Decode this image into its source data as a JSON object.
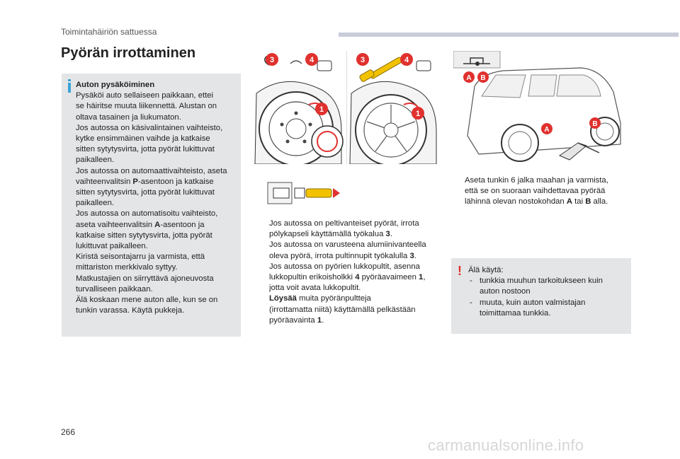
{
  "header": {
    "section": "Toimintahäiriön sattuessa"
  },
  "title": "Pyörän irrottaminen",
  "infobox": {
    "heading": "Auton pysäköiminen",
    "body": "Pysäköi auto sellaiseen paikkaan, ettei\nse häiritse muuta liikennettä. Alustan on\noltava tasainen ja liukumaton.\nJos autossa on käsivalintainen vaihteisto,\nkytke ensimmäinen vaihde ja katkaise\nsitten sytytysvirta, jotta pyörät lukittuvat\npaikalleen.\nJos autossa on automaattivaihteisto, aseta\nvaihteenvalitsin ",
    "body_p": "P",
    "body_2": "-asentoon ja katkaise\nsitten sytytysvirta, jotta pyörät lukittuvat\npaikalleen.\nJos autossa on automatisoitu vaihteisto,\naseta vaihteenvalitsin ",
    "body_a": "A",
    "body_3": "-asentoon ja\nkatkaise sitten sytytysvirta, jotta pyörät\nlukittuvat paikalleen.\nKiristä seisontajarru ja varmista, että\nmittariston merkkivalo syttyy.\nMatkustajien on siirryttävä ajoneuvosta\nturvalliseen paikkaan.\nÄlä koskaan mene auton alle, kun se on\ntunkin varassa. Käytä pukkeja."
  },
  "figure": {
    "callouts": [
      "3",
      "4",
      "3",
      "4",
      "1",
      "1"
    ],
    "car_callouts": [
      "A",
      "B",
      "A",
      "B"
    ],
    "colors": {
      "callout": "#e0312e",
      "tool": "#f2c200",
      "arrow": "#e0312e"
    }
  },
  "steps": [
    {
      "bullet": "",
      "text": "Jos autossa on peltivanteiset pyörät, irrota\npölykapseli käyttämällä työkalua ",
      "bold": "3",
      "tail": "."
    },
    {
      "bullet": "",
      "text": "Jos autossa on varusteena alumiinivanteella\noleva pyörä, irrota pultinnupit työkalulla ",
      "bold": "3",
      "tail": "."
    },
    {
      "bullet": "",
      "text": "Jos autossa on pyörien lukkopultit, asenna\nlukkopultin erikoisholkki ",
      "bold": "4",
      "tail": " pyöräavaimeen ",
      "bold2": "1",
      "tail2": ",\njotta voit avata lukkopultit."
    },
    {
      "bullet": "",
      "lead": "Löysää",
      "text": " muita pyöränpultteja\n(irrottamatta niitä) käyttämällä pelkästään\npyöräavainta ",
      "bold": "1",
      "tail": "."
    }
  ],
  "right_step": {
    "bullet": "",
    "text": "Aseta tunkin 6 jalka maahan ja varmista,\nettä se on suoraan vaihdettavaa pyörää\nlähinnä olevan nostokohdan ",
    "a": "A",
    "mid": " tai ",
    "b": "B",
    "tail": " alla."
  },
  "warning": {
    "icon": "!",
    "intro": "Älä käytä:",
    "items": [
      {
        "dash": "-",
        "text": "tunkkia muuhun tarkoitukseen kuin\nauton nostoon"
      },
      {
        "dash": "-",
        "text": "muuta, kuin auton valmistajan\ntoimittamaa tunkkia."
      }
    ]
  },
  "page_number": "266",
  "watermark": "carmanualsonline.info"
}
